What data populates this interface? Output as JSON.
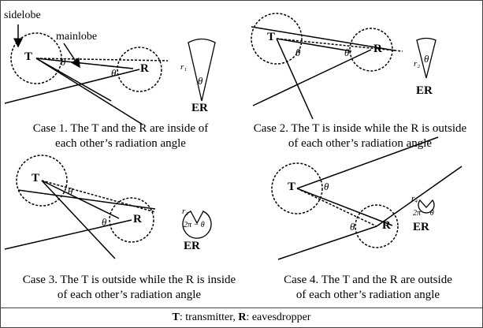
{
  "labels": {
    "transmitter": "T",
    "receiver": "R",
    "theta": "θ",
    "sidelobe": "sidelobe",
    "mainlobe": "mainlobe",
    "er": "ER",
    "r1": "r₁",
    "r2": "r₂",
    "r3": "r₃",
    "r4": "r₄",
    "two_pi_minus_theta": "2π − θ"
  },
  "cases": [
    {
      "line1": "Case 1.  The T and the R are inside of",
      "line2": "each other’s radiation angle"
    },
    {
      "line1": "Case 2. The T is inside while the R is outside",
      "line2": "of each other’s radiation angle"
    },
    {
      "line1": "Case 3. The T is outside while the R is inside",
      "line2": "of each other’s radiation angle"
    },
    {
      "line1": "Case 4. The T and the R are outside",
      "line2": "of each other’s radiation angle"
    }
  ],
  "legend": {
    "t": "T",
    "t_desc": ": transmitter, ",
    "r": "R",
    "r_desc": ": eavesdropper"
  }
}
